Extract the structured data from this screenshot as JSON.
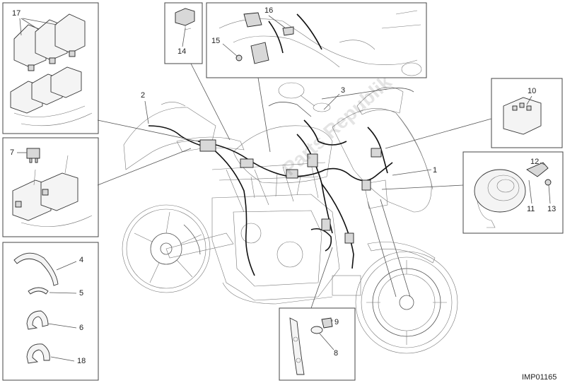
{
  "diagram": {
    "code": "IMP01165",
    "watermark": "Parts Republik",
    "callouts": {
      "c1": "1",
      "c2": "2",
      "c3": "3",
      "c4": "4",
      "c5": "5",
      "c6": "6",
      "c7": "7",
      "c8": "8",
      "c9": "9",
      "c10": "10",
      "c11": "11",
      "c12": "12",
      "c13": "13",
      "c14": "14",
      "c15": "15",
      "c16": "16",
      "c17": "17",
      "c18": "18"
    }
  }
}
